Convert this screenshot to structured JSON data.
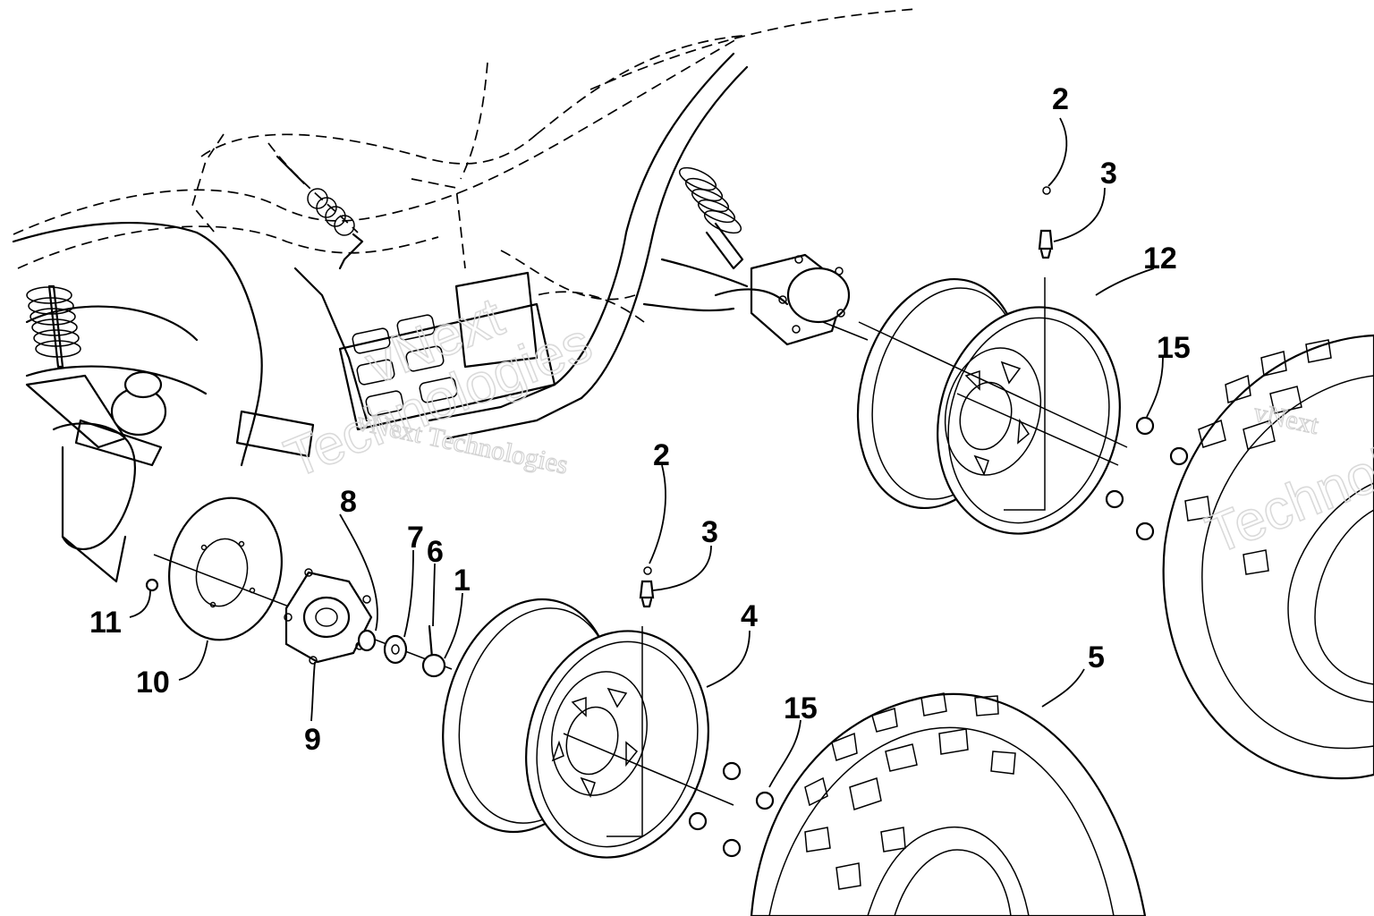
{
  "watermark": {
    "line1": "vNext Technologies",
    "line2": "vNext",
    "line3": "Technologies"
  },
  "callouts": {
    "c1": "1",
    "c2a": "2",
    "c2b": "2",
    "c3a": "3",
    "c3b": "3",
    "c4": "4",
    "c5": "5",
    "c6": "6",
    "c7": "7",
    "c8": "8",
    "c9": "9",
    "c10": "10",
    "c11": "11",
    "c12": "12",
    "c15a": "15",
    "c15b": "15"
  }
}
